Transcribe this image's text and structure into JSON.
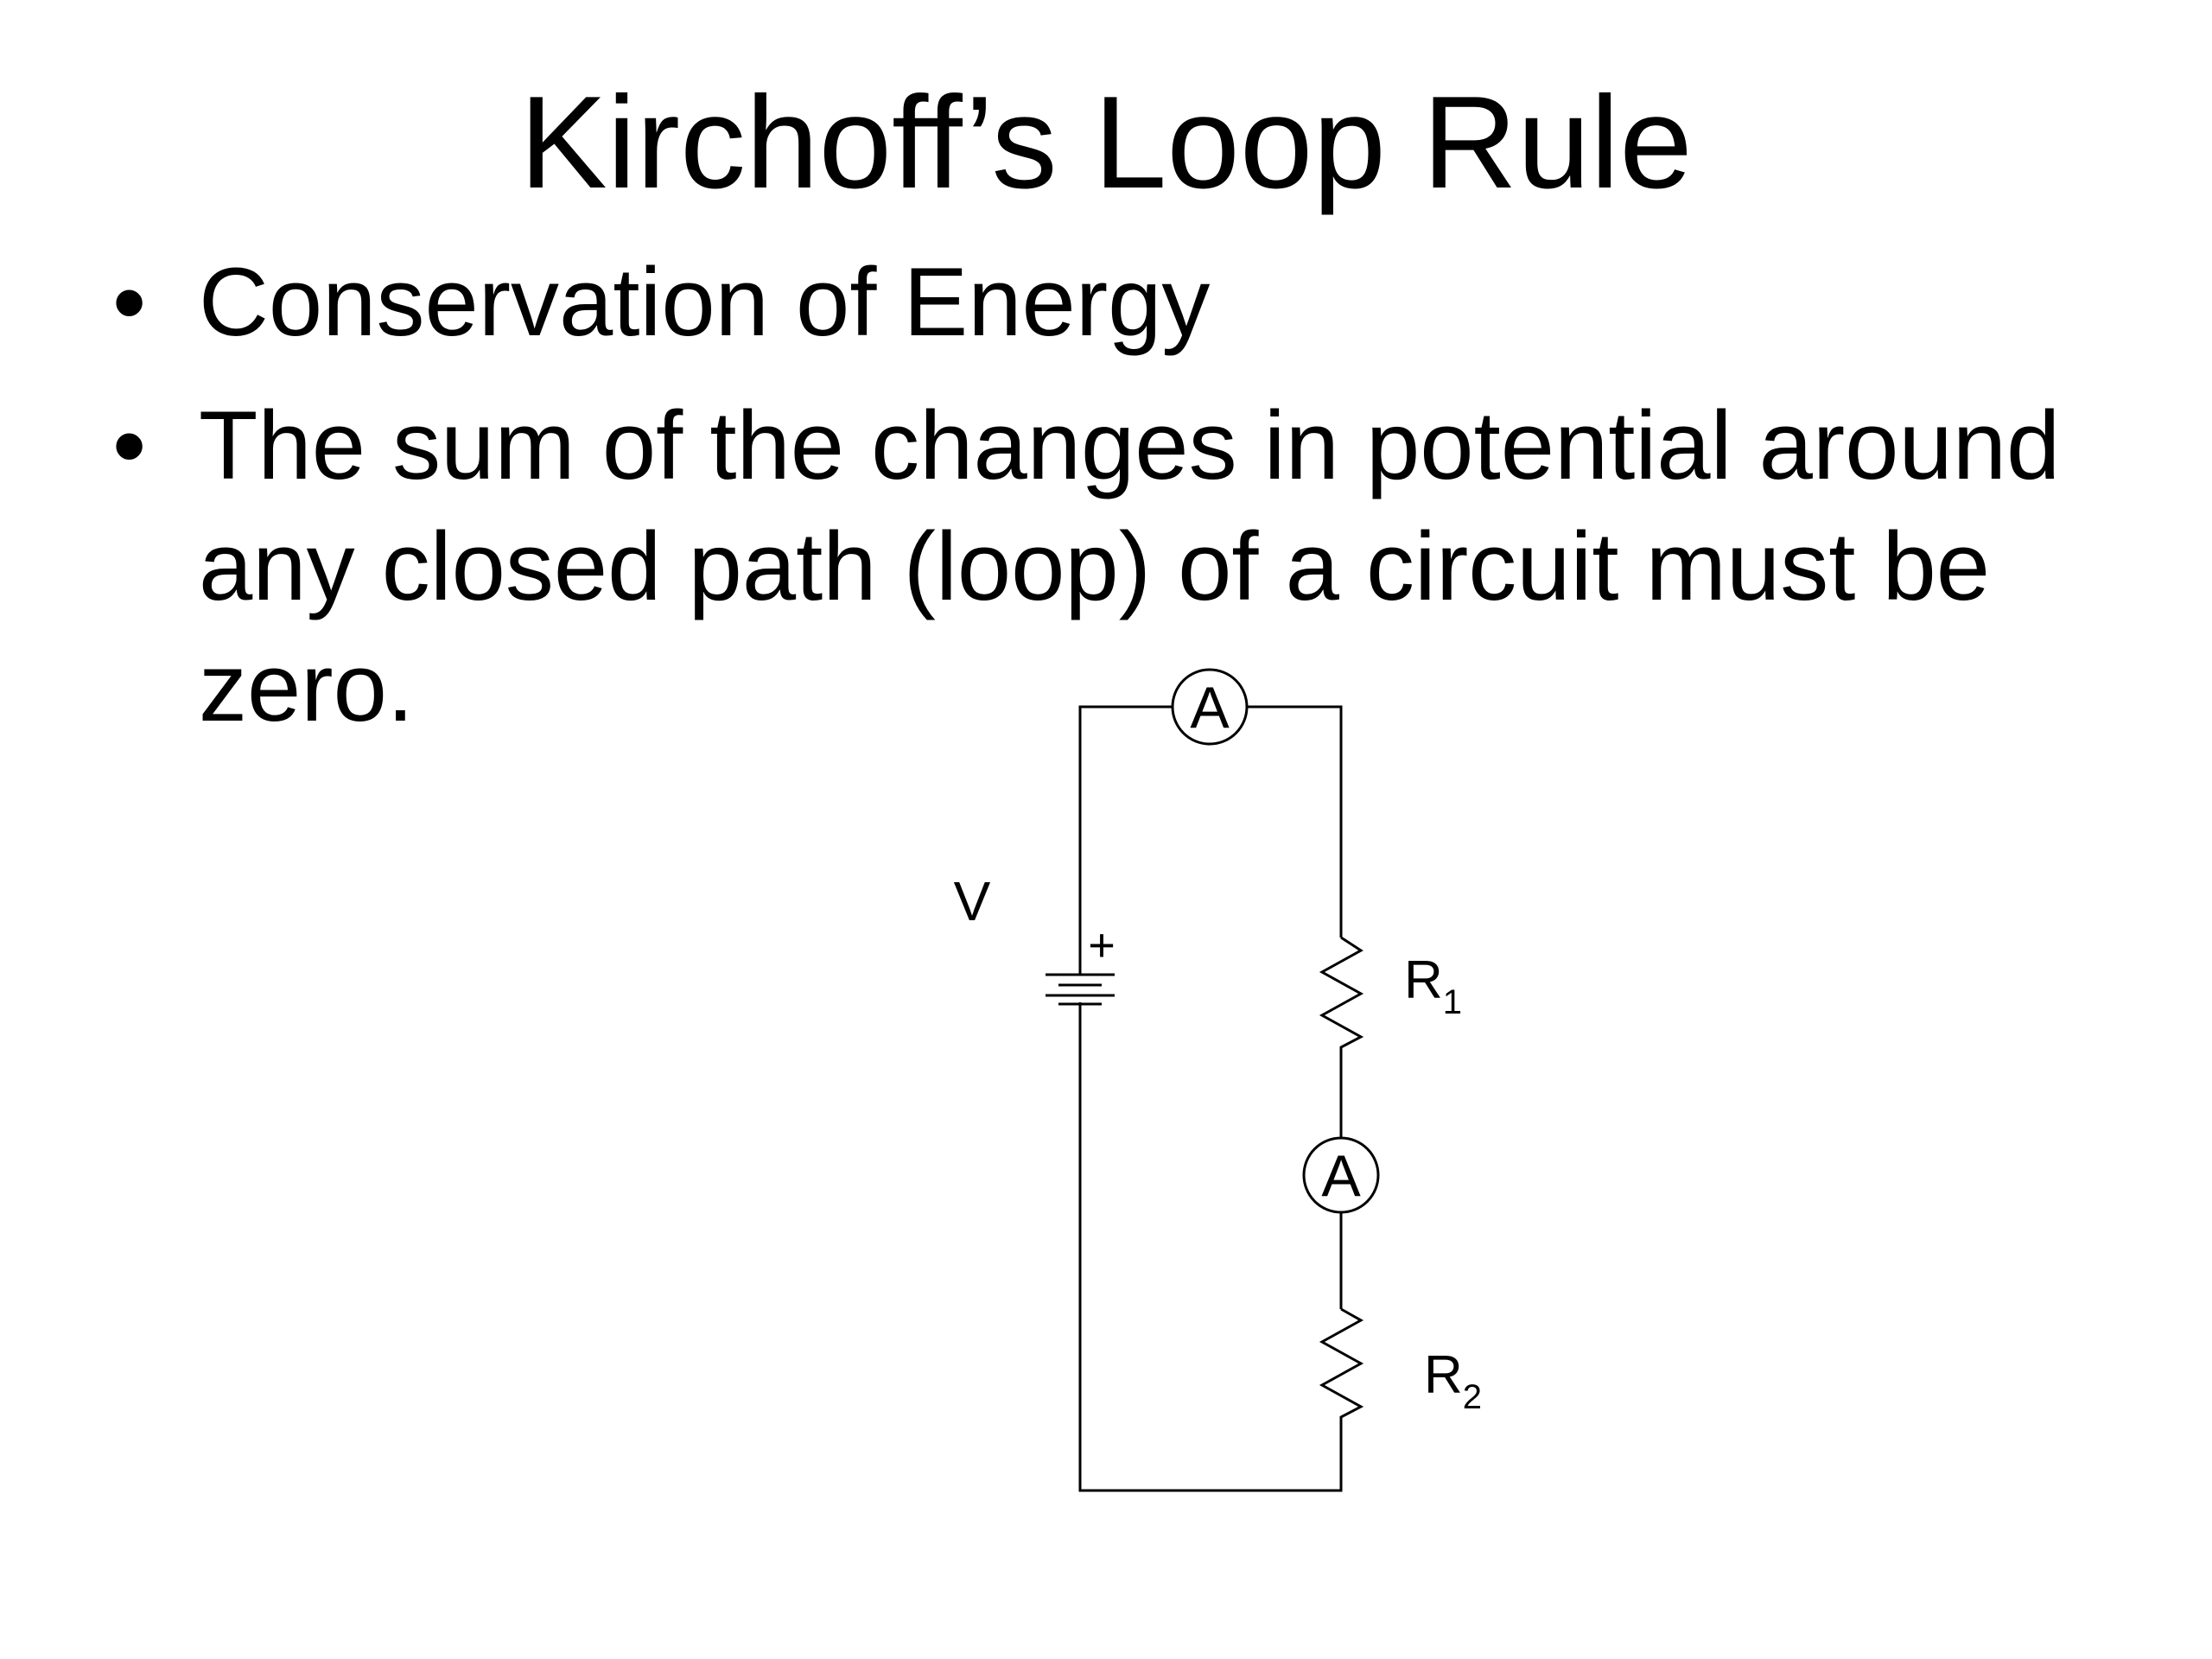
{
  "slide": {
    "title": "Kirchoff’s Loop Rule",
    "bullets": [
      "Conservation of Energy",
      "The sum of the changes in potential around any closed path (loop) of a circuit must be zero."
    ],
    "bullet_symbol": "•"
  },
  "circuit": {
    "battery_label": "V",
    "battery_polarity": "+",
    "ammeter_symbol": "A",
    "resistor_1": {
      "base": "R",
      "sub": "1"
    },
    "resistor_2": {
      "base": "R",
      "sub": "2"
    }
  }
}
